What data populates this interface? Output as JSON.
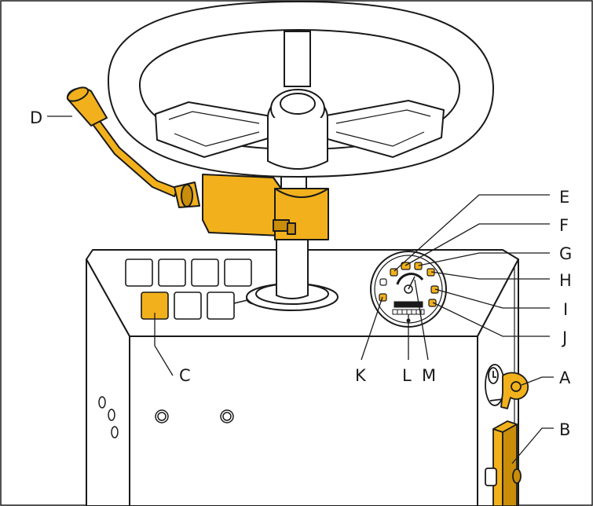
{
  "diagram": {
    "labels": {
      "A": "A",
      "B": "B",
      "C": "C",
      "D": "D",
      "E": "E",
      "F": "F",
      "G": "G",
      "H": "H",
      "I": "I",
      "J": "J",
      "K": "K",
      "L": "L",
      "M": "M"
    },
    "colors": {
      "highlight": "#f2b11c",
      "highlight_dark": "#c98d0a",
      "line": "#1a1a1a",
      "fill": "#ffffff"
    },
    "icons": {
      "steering_wheel": "steering-wheel",
      "direction_lever": "lever",
      "ignition_key": "key",
      "gauge_cluster": "instrument-cluster",
      "hand_brake": "brake-lever"
    }
  }
}
